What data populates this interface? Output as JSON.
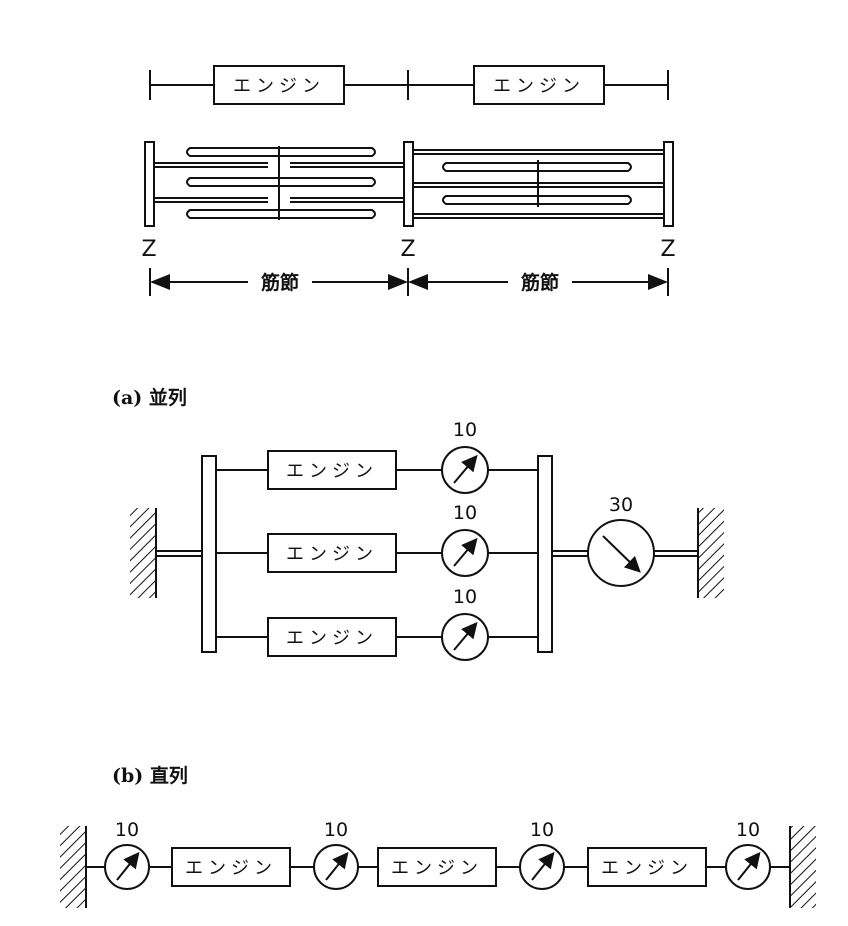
{
  "top": {
    "engine_label": "エンジン",
    "z_label": "Z",
    "sarcomere_label": "筋節"
  },
  "parallel": {
    "caption": "(a)  並列",
    "engine_label": "エンジン",
    "gauge_value": "10",
    "total_value": "30"
  },
  "series": {
    "caption": "(b)  直列",
    "engine_label": "エンジン",
    "gauge_value": "10"
  }
}
